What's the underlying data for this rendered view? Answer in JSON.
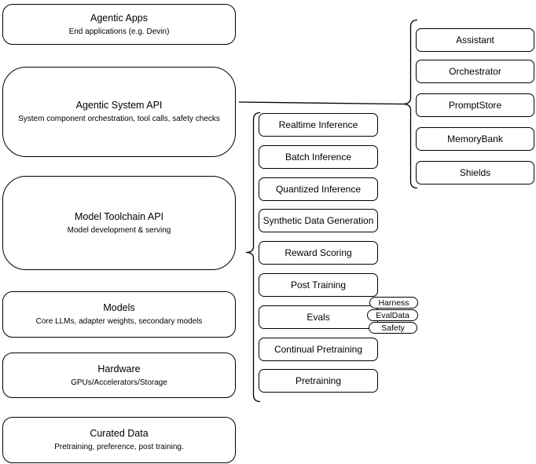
{
  "diagram": {
    "title": "Agentic system stack diagram",
    "colors": {
      "stroke": "#000000",
      "fill": "#ffffff",
      "text": "#000000"
    },
    "left_stack": {
      "items": [
        {
          "title": "Agentic Apps",
          "subtitle": "End applications (e.g. Devin)"
        },
        {
          "title": "Agentic System API",
          "subtitle": "System component orchestration, tool calls, safety checks"
        },
        {
          "title": "Model Toolchain API",
          "subtitle": "Model development & serving"
        },
        {
          "title": "Models",
          "subtitle": "Core LLMs, adapter weights, secondary models"
        },
        {
          "title": "Hardware",
          "subtitle": "GPUs/Accelerators/Storage"
        },
        {
          "title": "Curated Data",
          "subtitle": "Pretraining, preference, post training."
        }
      ]
    },
    "toolchain_group": {
      "items": [
        {
          "label": "Realtime Inference"
        },
        {
          "label": "Batch Inference"
        },
        {
          "label": "Quantized Inference"
        },
        {
          "label": "Synthetic Data Generation"
        },
        {
          "label": "Reward Scoring"
        },
        {
          "label": "Post Training"
        },
        {
          "label": "Evals"
        },
        {
          "label": "Continual Pretraining"
        },
        {
          "label": "Pretraining"
        }
      ]
    },
    "system_group": {
      "items": [
        {
          "label": "Assistant"
        },
        {
          "label": "Orchestrator"
        },
        {
          "label": "PromptStore"
        },
        {
          "label": "MemoryBank"
        },
        {
          "label": "Shields"
        }
      ]
    },
    "eval_tags": {
      "items": [
        {
          "label": "Harness"
        },
        {
          "label": "EvalData"
        },
        {
          "label": "Safety"
        }
      ]
    }
  }
}
